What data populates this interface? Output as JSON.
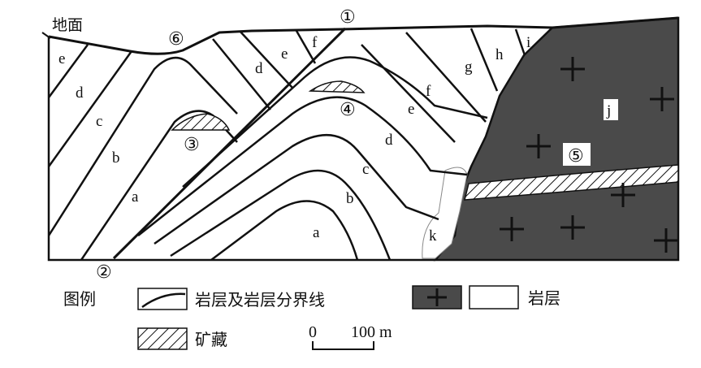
{
  "surface_label": "地面",
  "markers": {
    "m1": "①",
    "m2": "②",
    "m3": "③",
    "m4": "④",
    "m5": "⑤",
    "m6": "⑥"
  },
  "strata_labels": {
    "a_left": "a",
    "b_left": "b",
    "c_left": "c",
    "d_left": "d",
    "e_left": "e",
    "d_mid": "d",
    "e_mid": "e",
    "f_top": "f",
    "a_core": "a",
    "b_right": "b",
    "c_right": "c",
    "d_right": "d",
    "e_right": "e",
    "f_right": "f",
    "g": "g",
    "h": "h",
    "i": "i",
    "j": "j",
    "k": "k"
  },
  "legend": {
    "title": "图例",
    "boundary_label": "岩层及岩层分界线",
    "rock_label": "岩层",
    "ore_label": "矿藏",
    "scale_zero": "0",
    "scale_max": "100 m"
  },
  "colors": {
    "intrusion": "#4a4a4a",
    "line": "#111111",
    "background": "#ffffff"
  }
}
